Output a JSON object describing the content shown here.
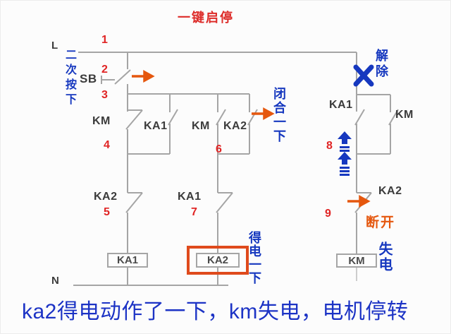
{
  "title": "一键启停",
  "caption": "ka2得电动作了一下，km失电，电机停转",
  "rails": {
    "live": "L",
    "neutral": "N"
  },
  "steps": [
    "1",
    "2",
    "3",
    "4",
    "5",
    "6",
    "7",
    "8",
    "9"
  ],
  "components": {
    "sb_button": "SB",
    "km_nc_contact": "KM",
    "ka1_no_contact": "KA1",
    "km_no_contact": "KM",
    "ka2_no_contact": "KA2",
    "ka2_nc_contact": "KA2",
    "ka1_nc_contact": "KA1",
    "ka1_no_contact_right": "KA1",
    "km_no_contact_right": "KM",
    "ka2_nc_contact_right": "KA2",
    "coil_ka1": "KA1",
    "coil_ka2": "KA2",
    "coil_km": "KM"
  },
  "annotations": {
    "press_second_time": "二次按下",
    "release": "解除",
    "close_for_moment": "闭合一下",
    "energized_for_moment": "得电一下",
    "break_open": "断开",
    "lose_power": "失电"
  },
  "icons": {
    "right_arrow": "arrow-right-icon",
    "cross": "cross-icon",
    "up_arrow": "up-arrow-icon"
  },
  "colors": {
    "wire_gray": "#a5a5a5",
    "label_dark": "#3b3b3b",
    "step_red": "#e02424",
    "annotation_blue": "#1638bf",
    "caption_blue": "#1c33c5",
    "action_orange": "#e5570e",
    "highlight_box": "#df4a1c"
  }
}
